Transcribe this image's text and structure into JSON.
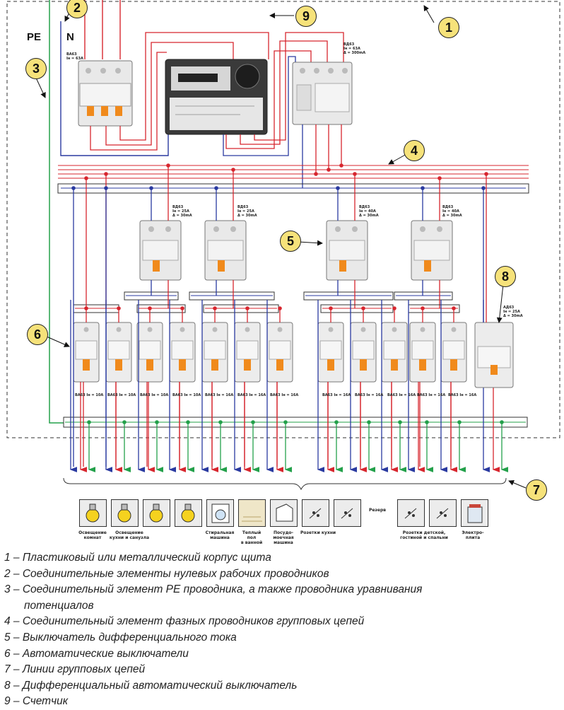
{
  "callouts": {
    "c1": "1",
    "c2": "2",
    "c3": "3",
    "c4": "4",
    "c5": "5",
    "c6": "6",
    "c7": "7",
    "c8": "8",
    "c9": "9"
  },
  "conductors": {
    "pe": "PE",
    "n": "N"
  },
  "colors": {
    "phase": "#d7262e",
    "neutral": "#2a3aa0",
    "pe": "#23a04a",
    "callout": "#f6e27a",
    "breaker_handle": "#f08a1c"
  },
  "devices": {
    "main_breaker": {
      "type": "VA63",
      "spec": "BA63\nIн = 63A"
    },
    "meter": {
      "type": "electricity-meter"
    },
    "main_rcd": {
      "type": "VD63",
      "spec": "BД63\nIн = 63A\nΔ = 300mA"
    },
    "rcds": [
      {
        "spec": "BД63\nIн = 25A\nΔ = 30mA"
      },
      {
        "spec": "BД63\nIн = 25A\nΔ = 30mA"
      },
      {
        "spec": "BД63\nIн = 40A\nΔ = 30mA"
      },
      {
        "spec": "BД63\nIн = 40A\nΔ = 30mA"
      }
    ],
    "diff_breaker": {
      "spec": "AД63\nIн = 25A\nΔ = 30mA"
    },
    "breakers": [
      {
        "rating": "BA63 Iн = 10A"
      },
      {
        "rating": "BA63 Iн = 10A"
      },
      {
        "rating": "BA63 Iн = 10A"
      },
      {
        "rating": "BA63 Iн = 10A"
      },
      {
        "rating": "BA63 Iн = 16A"
      },
      {
        "rating": "BA63 Iн = 16A"
      },
      {
        "rating": "BA63 Iн = 16A"
      },
      {
        "rating": "BA63 Iн = 16A"
      },
      {
        "rating": "BA63 Iн = 16A"
      },
      {
        "rating": "BA63 Iн = 16A"
      },
      {
        "rating": "BA63 Iн = 16A"
      },
      {
        "rating": "BA63 Iн = 16A"
      }
    ]
  },
  "loads": [
    {
      "icon": "lamp-icon",
      "label": "Освещение\nкомнат"
    },
    {
      "icon": "lamp-icon",
      "label": "Освещение\nкухни и санузла"
    },
    {
      "icon": "lamp-icon",
      "label": ""
    },
    {
      "icon": "lamp-icon",
      "label": ""
    },
    {
      "icon": "washing-machine-icon",
      "label": "Стиральная\nмашина"
    },
    {
      "icon": "heated-floor-icon",
      "label": "Теплый\nпол\nв ванной"
    },
    {
      "icon": "dishwasher-icon",
      "label": "Посудо-\nмоечная\nмашина"
    },
    {
      "icon": "socket-icon",
      "label": "Розетки кухни"
    },
    {
      "icon": "socket-icon",
      "label": ""
    },
    {
      "icon": "socket-icon",
      "label": "Розетки детской,\nгостиной и спальни"
    },
    {
      "icon": "socket-icon",
      "label": ""
    },
    {
      "icon": "stove-icon",
      "label": "Электро-\nплита"
    }
  ],
  "reserve_label": "Резерв",
  "legend": [
    "1 – Пластиковый или металлический корпус щита",
    "2 – Соединительные элементы нулевых рабочих проводников",
    "3 – Соединительный элемент PE проводника, а также проводника уравнивания потенциалов",
    "4 – Соединительный элемент фазных проводников групповых цепей",
    "5 – Выключатель дифференциального тока",
    "6 – Автоматические выключатели",
    "7 – Линии групповых цепей",
    "8 – Дифференциальный автоматический выключатель",
    "9 – Счетчик"
  ]
}
